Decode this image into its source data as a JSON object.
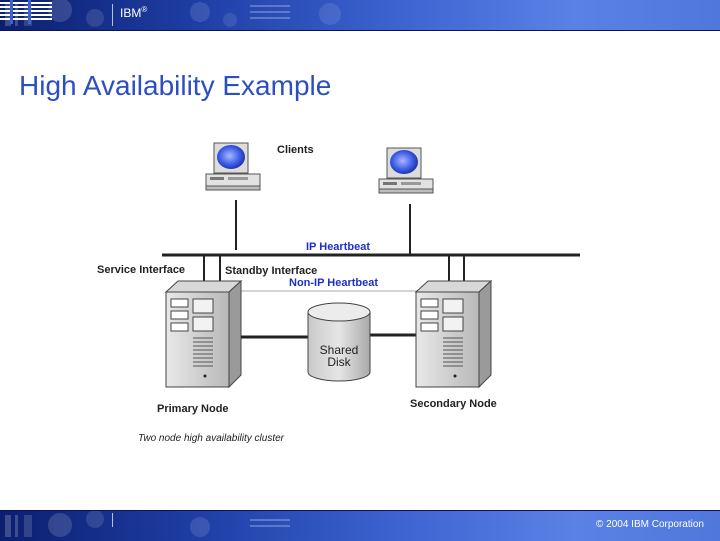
{
  "header": {
    "brand": "IBM",
    "logo_text": "IBM"
  },
  "slide": {
    "title": "High Availability Example"
  },
  "diagram": {
    "clients_label": "Clients",
    "ip_heartbeat_label": "IP Heartbeat",
    "service_interface_label": "Service Interface",
    "standby_interface_label": "Standby Interface",
    "non_ip_heartbeat_label": "Non-IP Heartbeat",
    "shared_disk_label_line1": "Shared",
    "shared_disk_label_line2": "Disk",
    "primary_node_label": "Primary Node",
    "secondary_node_label": "Secondary Node",
    "caption": "Two node high availability cluster"
  },
  "footer": {
    "copyright": "© 2004 IBM Corporation"
  },
  "colors": {
    "title": "#2b4fc0",
    "heartbeat_label": "#1f2fc8",
    "banner_dark": "#0b1f6e",
    "banner_light": "#5a82e6"
  }
}
